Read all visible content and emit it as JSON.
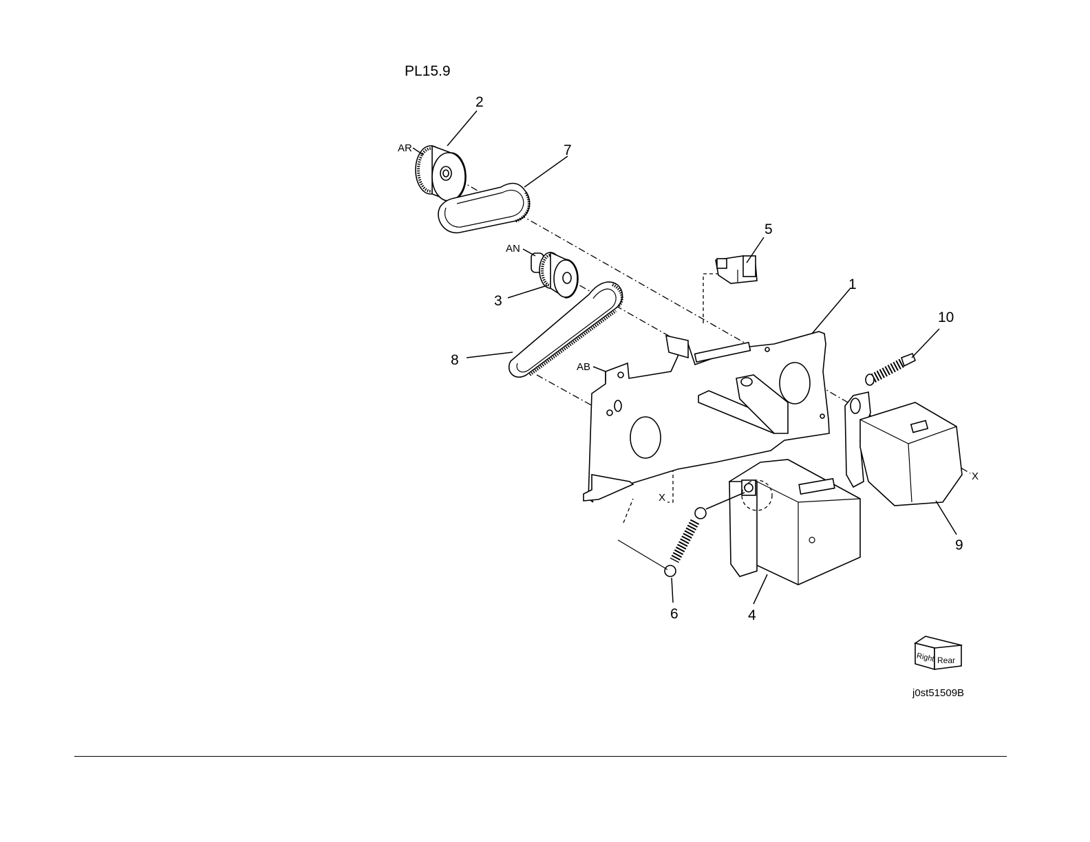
{
  "title": "PL15.9",
  "figure_id": "j0st51509B",
  "orientation_cube": {
    "right": "Right",
    "rear": "Rear"
  },
  "callouts": {
    "c1": "1",
    "c2": "2",
    "c3": "3",
    "c4": "4",
    "c5": "5",
    "c6": "6",
    "c7": "7",
    "c8": "8",
    "c9": "9",
    "c10": "10"
  },
  "refs": {
    "ar": "AR",
    "an": "AN",
    "ab": "AB",
    "x_right": "X",
    "x_left": "X"
  }
}
